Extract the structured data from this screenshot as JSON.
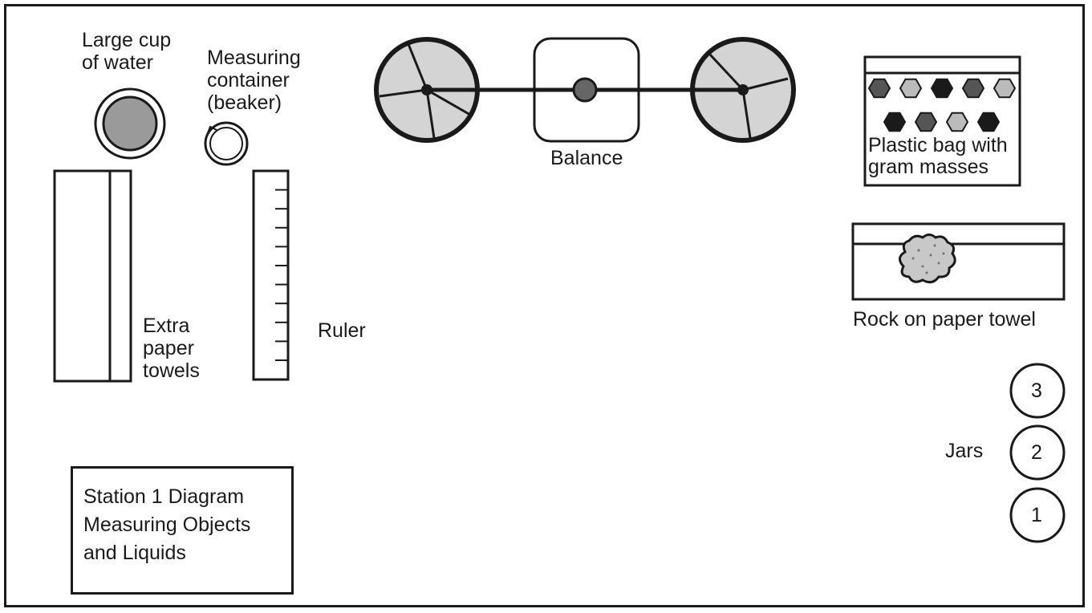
{
  "labels": {
    "large_cup": "Large cup\nof water",
    "beaker": "Measuring\ncontainer\n(beaker)",
    "balance": "Balance",
    "gram_bag": "Plastic bag with\ngram masses",
    "rock": "Rock on paper towel",
    "towels": "Extra\npaper\ntowels",
    "ruler": "Ruler",
    "jars": "Jars"
  },
  "jars": [
    "3",
    "2",
    "1"
  ],
  "title": "Station 1 Diagram\nMeasuring Objects\nand Liquids",
  "colors": {
    "ink": "#1a1a1a",
    "dark_gray": "#555555",
    "mid_gray": "#8a8a8a",
    "light_gray": "#bbbbbb",
    "pan_fill": "#d4d4d4"
  },
  "gram_mass_shades": [
    [
      "dark_gray",
      "light_gray",
      "ink",
      "dark_gray",
      "light_gray"
    ],
    [
      "ink",
      "dark_gray",
      "light_gray",
      "ink"
    ]
  ]
}
